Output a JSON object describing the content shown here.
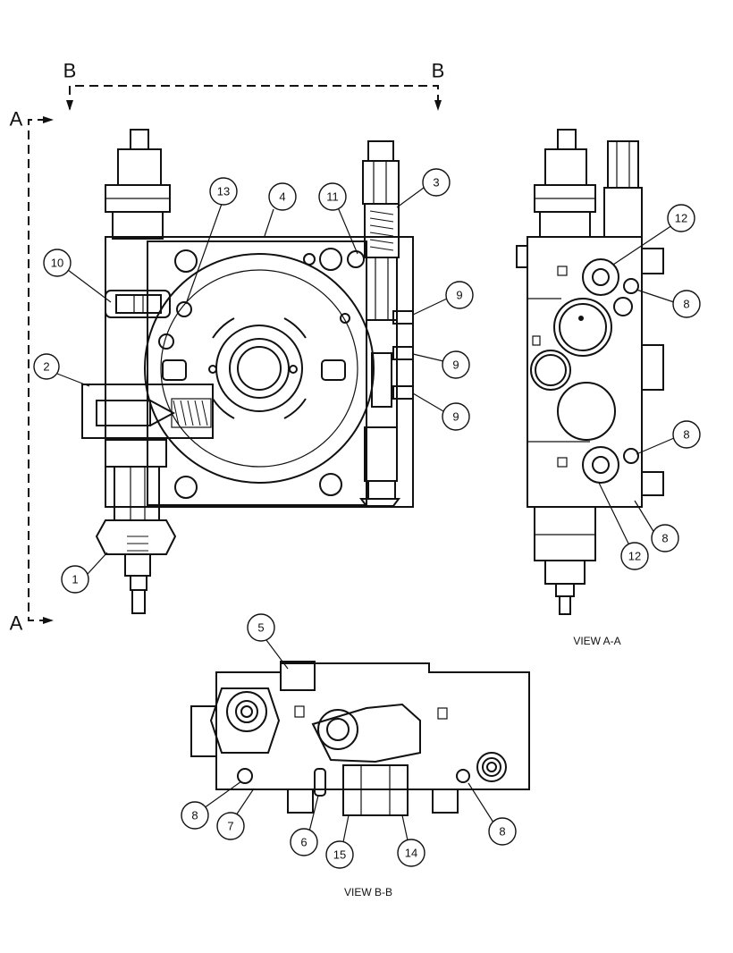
{
  "section_markers": {
    "a_top": "A",
    "a_bottom": "A",
    "b_left": "B",
    "b_right": "B"
  },
  "view_labels": {
    "view_a": "VIEW A-A",
    "view_b": "VIEW B-B"
  },
  "callouts": {
    "c1": "1",
    "c2": "2",
    "c3": "3",
    "c4": "4",
    "c9a": "9",
    "c9b": "9",
    "c9c": "9",
    "c10": "10",
    "c11": "11",
    "c13": "13",
    "c12a": "12",
    "c12b": "12",
    "c8a": "8",
    "c8b": "8",
    "c8c": "8",
    "c5": "5",
    "c6": "6",
    "c7": "7",
    "c8d": "8",
    "c8e": "8",
    "c14": "14",
    "c15": "15"
  }
}
